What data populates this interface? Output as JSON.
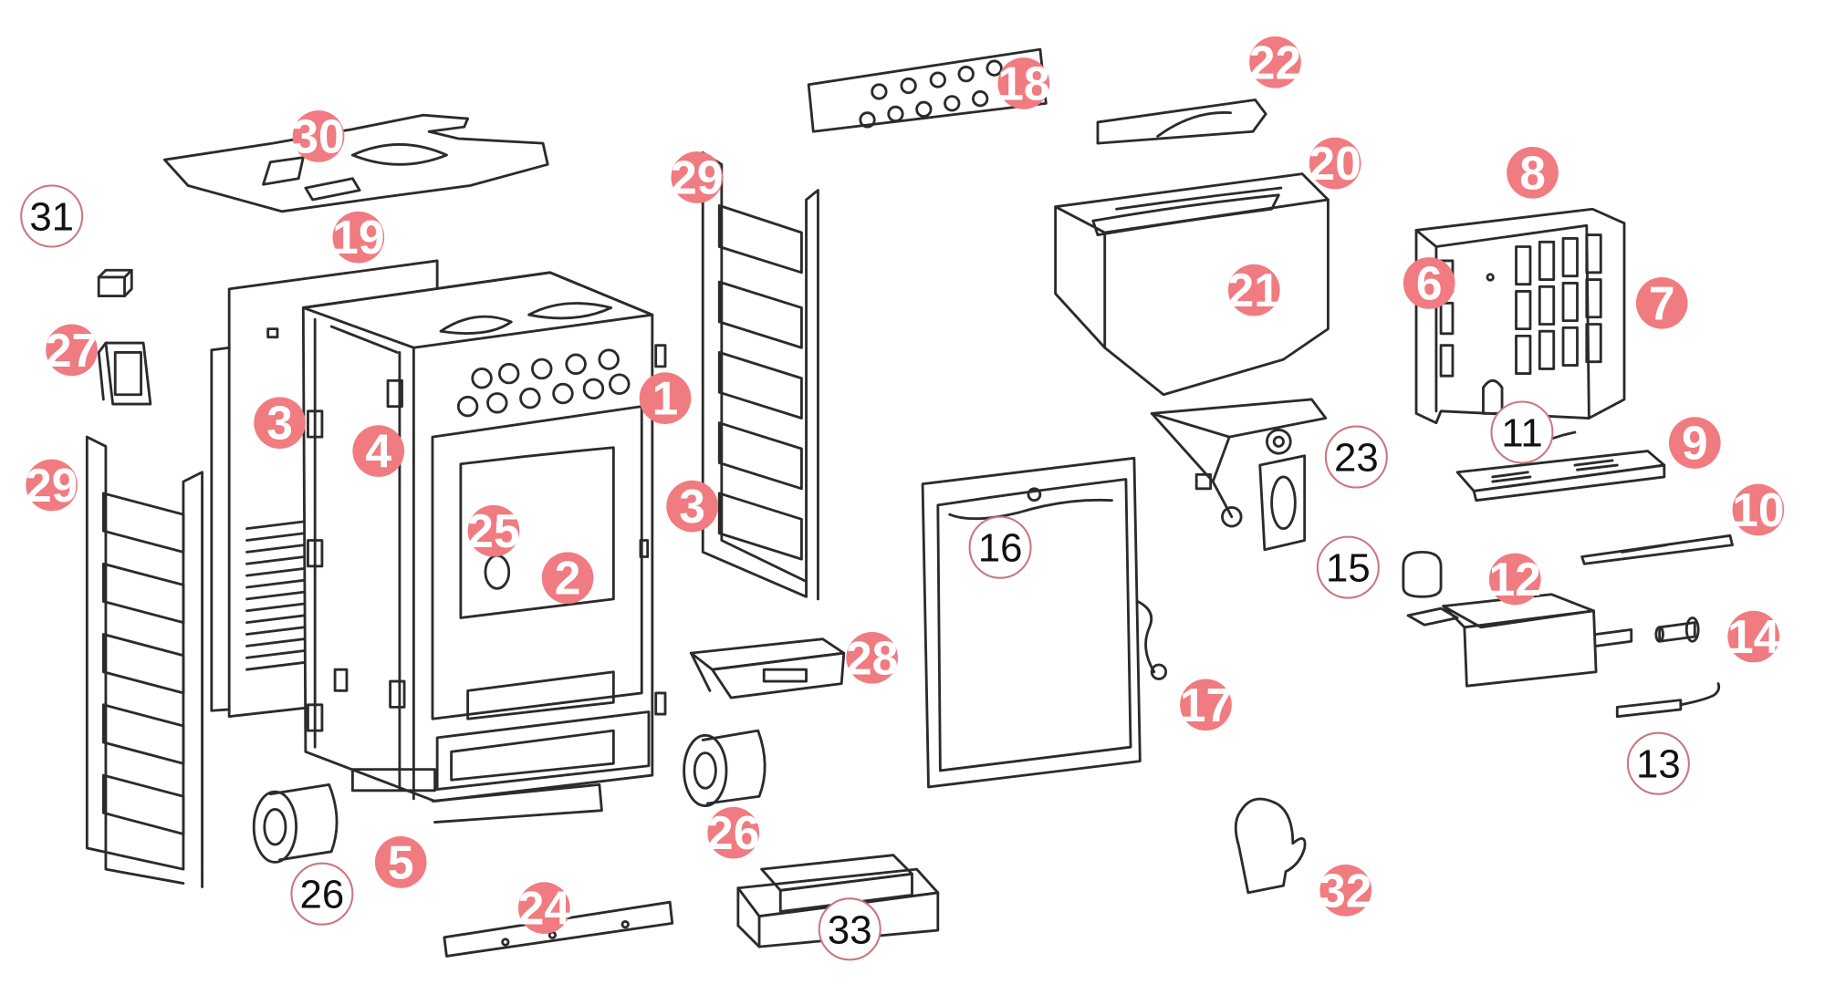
{
  "colors": {
    "callout_fill": "#f07b80",
    "line": "#2b2b2b",
    "outline_callout": "#c9787d"
  },
  "callouts": {
    "c1": "1",
    "c2": "2",
    "c3a": "3",
    "c3b": "3",
    "c4": "4",
    "c5": "5",
    "c6": "6",
    "c7": "7",
    "c8": "8",
    "c9": "9",
    "c10": "10",
    "c11": "11",
    "c12": "12",
    "c13": "13",
    "c14": "14",
    "c15": "15",
    "c16": "16",
    "c17": "17",
    "c18": "18",
    "c19": "19",
    "c20": "20",
    "c21": "21",
    "c22": "22",
    "c23": "23",
    "c24": "24",
    "c25": "25",
    "c26a": "26",
    "c26b": "26",
    "c27": "27",
    "c28": "28",
    "c29a": "29",
    "c29b": "29",
    "c30": "30",
    "c31": "31",
    "c32": "32",
    "c33": "33"
  }
}
